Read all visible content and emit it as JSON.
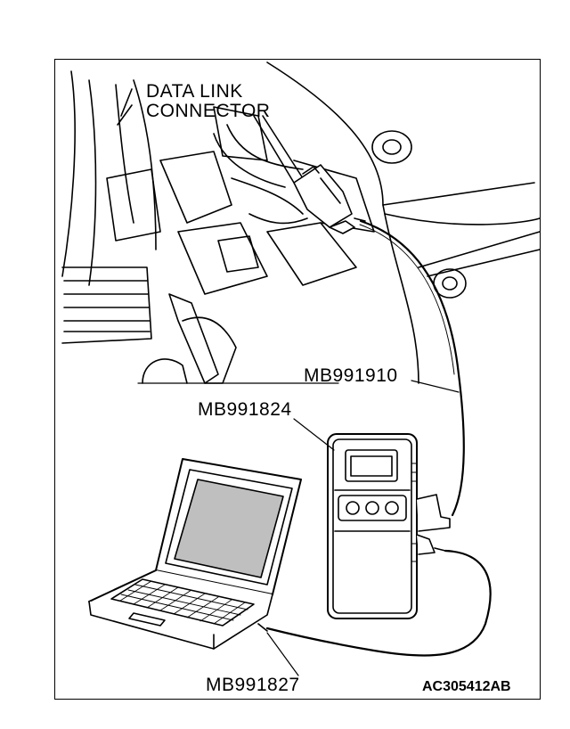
{
  "labels": {
    "data_link_connector_line1": "DATA LINK",
    "data_link_connector_line2": "CONNECTOR",
    "cable_vci": "MB991910",
    "vci_unit": "MB991824",
    "usb_cable": "MB991827",
    "figure_code": "AC305412AB"
  },
  "colors": {
    "ink": "#000000",
    "paper": "#ffffff",
    "screen": "#bfbfbf"
  }
}
